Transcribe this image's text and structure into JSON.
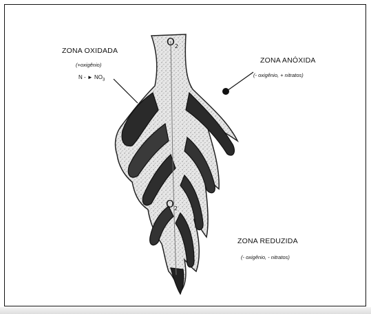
{
  "zona_oxidada": {
    "title": "ZONA OXIDADA",
    "condition": "(+oxigênio)",
    "reaction": "N - ► NO",
    "reaction_sub": "3"
  },
  "zona_anoxida": {
    "title": "ZONA ANÓXIDA",
    "condition": "(- oxigênio, + nitratos)"
  },
  "zona_reduzida": {
    "title": "ZONA REDUZIDA",
    "condition": "(- oxigênio, - nitratos)"
  },
  "oxygen_labels": [
    {
      "symbol": "O",
      "sub": "2"
    },
    {
      "symbol": "O",
      "sub": "2"
    }
  ]
}
